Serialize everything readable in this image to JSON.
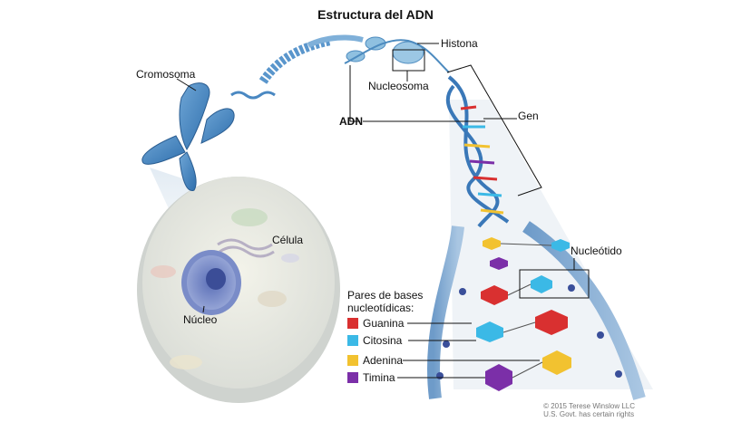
{
  "title": "Estructura del ADN",
  "labels": {
    "cromosoma": "Cromosoma",
    "histona": "Histona",
    "nucleosoma": "Nucleosoma",
    "adn": "ADN",
    "gen": "Gen",
    "celula": "Célula",
    "nucleo": "Núcleo",
    "nucleotido": "Nucleótido"
  },
  "legend": {
    "title_line1": "Pares de bases",
    "title_line2": "nucleotídicas:",
    "items": [
      {
        "label": "Guanina",
        "color": "#d93030"
      },
      {
        "label": "Citosina",
        "color": "#3bb9e6"
      },
      {
        "label": "Adenina",
        "color": "#f2c230"
      },
      {
        "label": "Timina",
        "color": "#7b2fa8"
      }
    ]
  },
  "credit": {
    "line1": "© 2015 Terese Winslow LLC",
    "line2": "U.S. Govt. has certain rights"
  }
}
